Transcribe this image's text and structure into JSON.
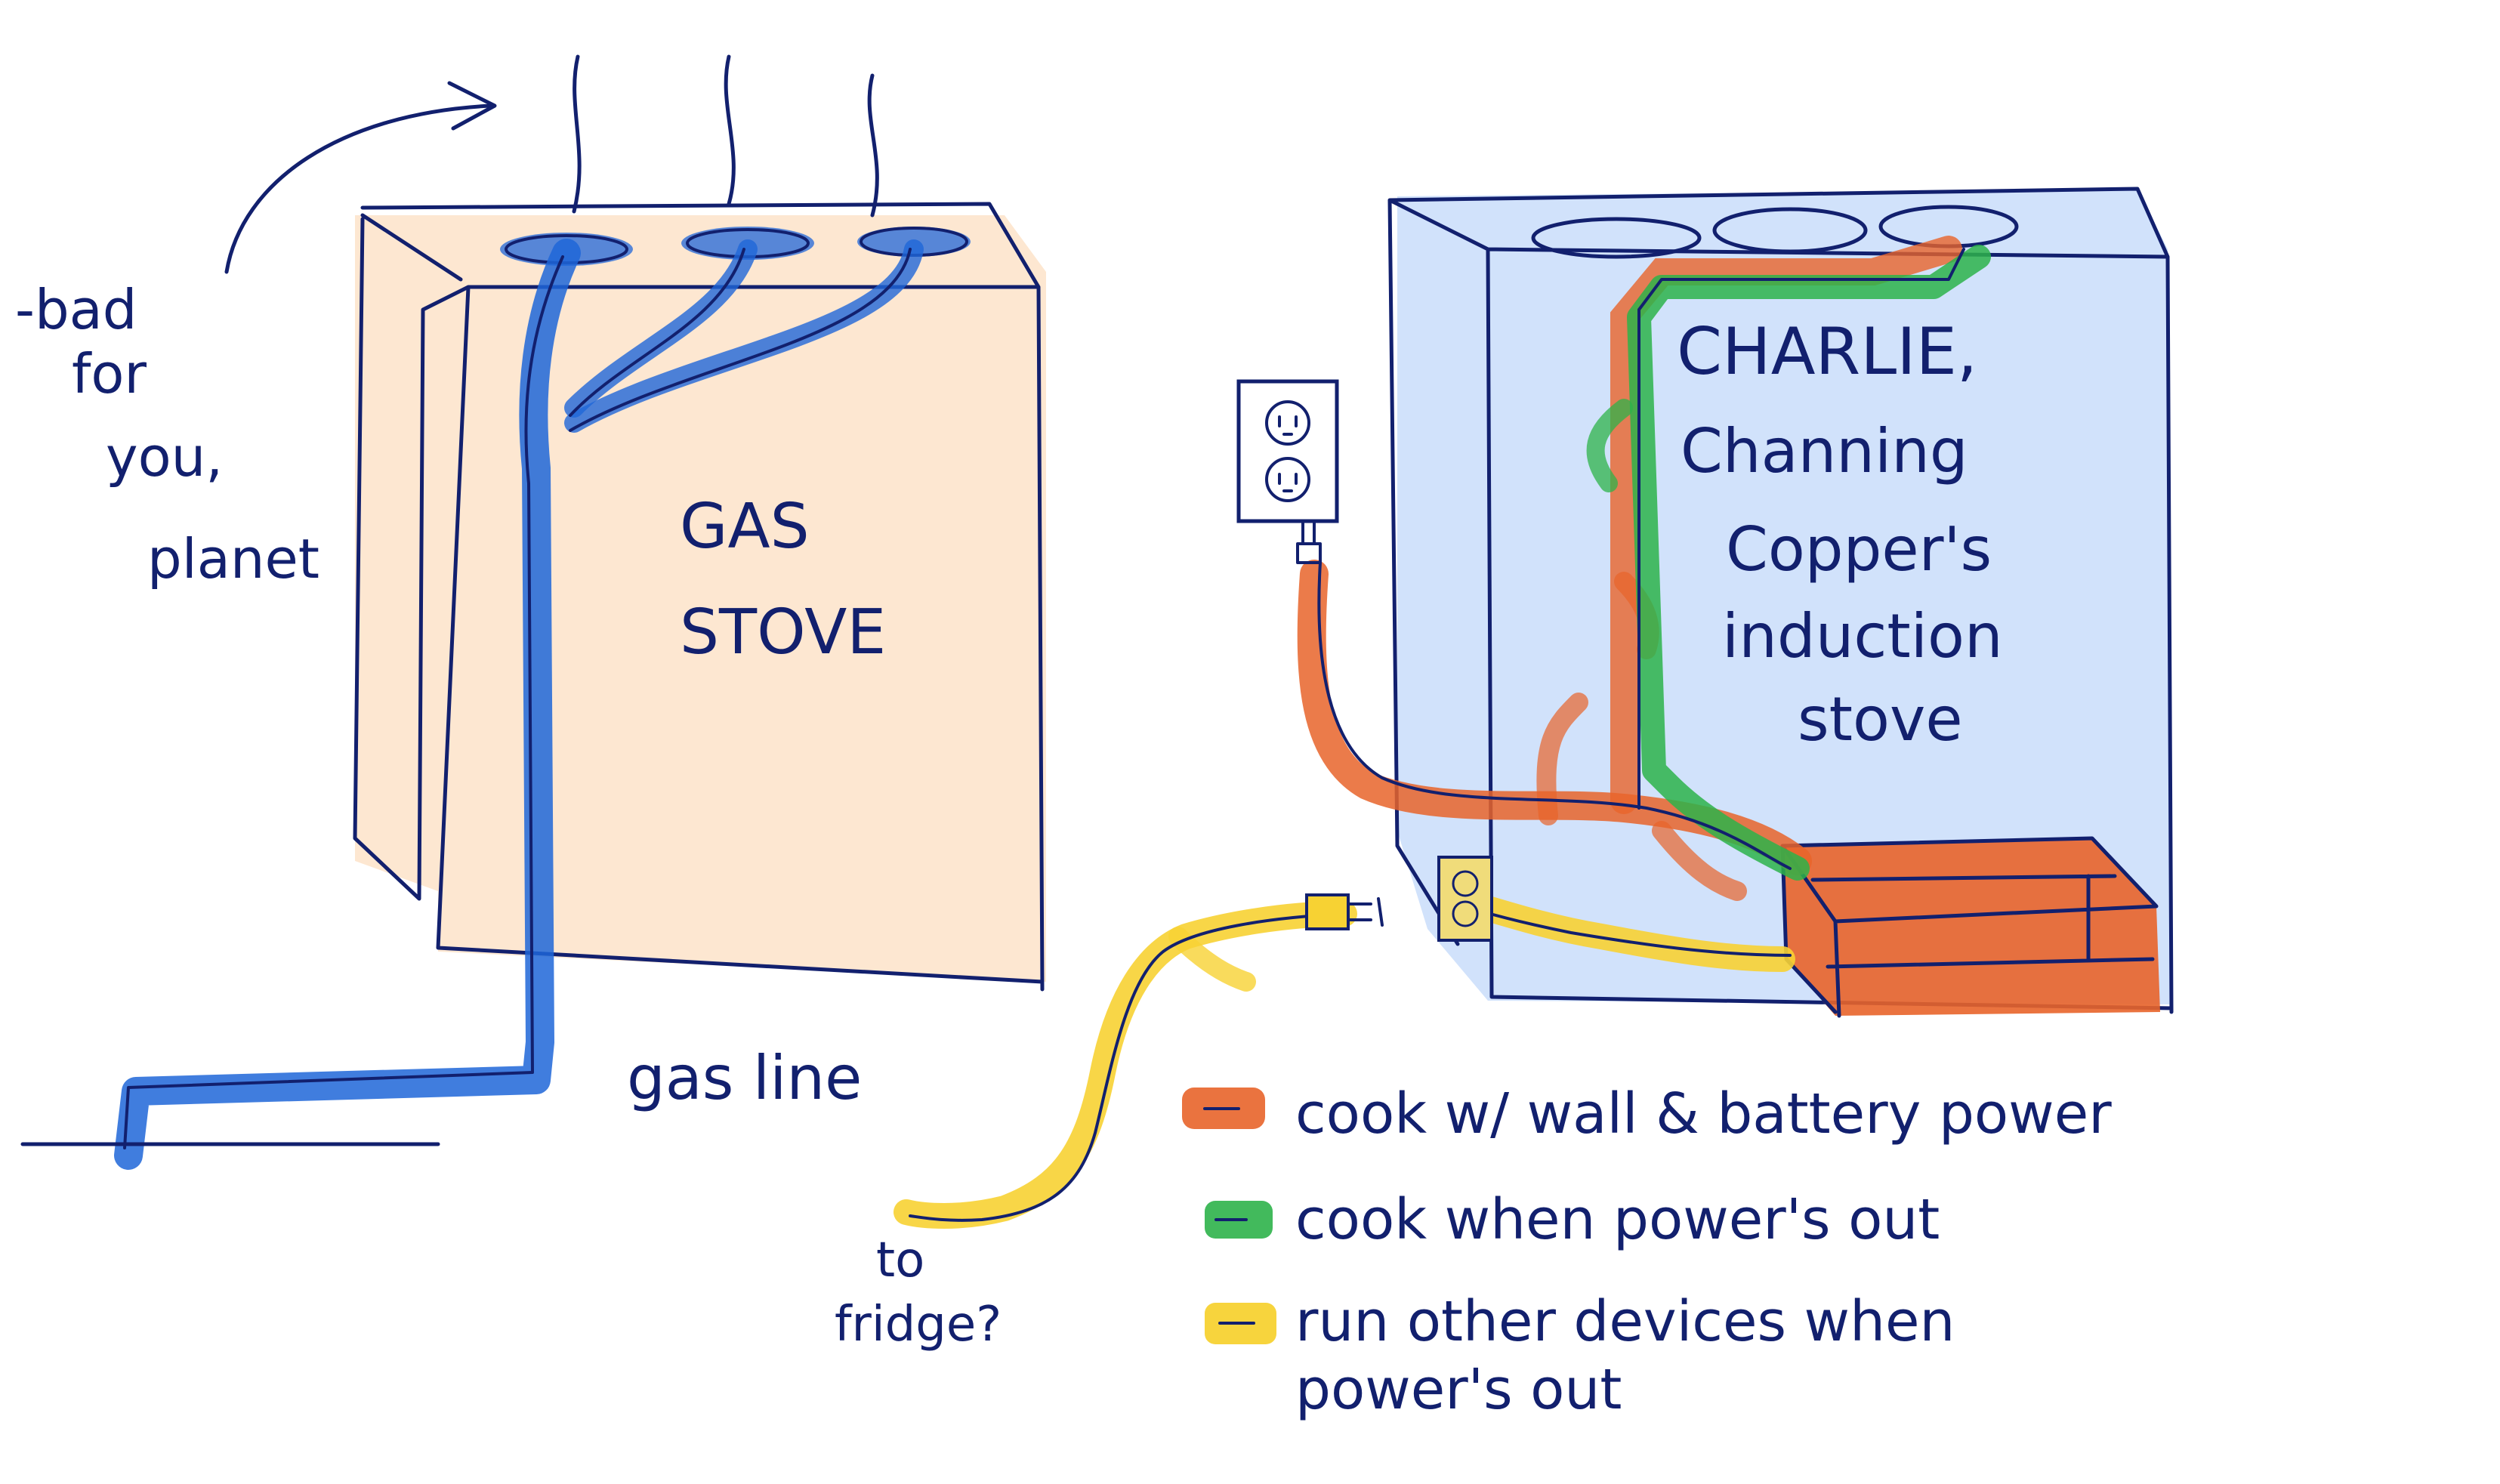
{
  "colors": {
    "ink": "#12206e",
    "gas_fill": "#fde6cf",
    "gas_line": "#1f66d8",
    "induction_fill": "#cfe0fb",
    "orange": "#e8642a",
    "green": "#2db34a",
    "yellow": "#f7d233",
    "outlet_yellow": "#f0dc7a"
  },
  "gas_stove": {
    "label_line1": "GAS",
    "label_line2": "STOVE",
    "side_note": [
      "-bad",
      "for",
      "you,",
      "planet"
    ],
    "pipe_label": "gas line"
  },
  "induction_stove": {
    "label_lines": [
      "CHARLIE,",
      "Channing",
      "Copper's",
      "induction",
      "stove"
    ]
  },
  "plug_note": [
    "to",
    "fridge?"
  ],
  "legend": [
    {
      "swatch": "orange",
      "text": "cook w/ wall & battery power"
    },
    {
      "swatch": "green",
      "text": "cook when power's out"
    },
    {
      "swatch": "yellow",
      "text": "run other devices when",
      "text_cont": "power's out"
    }
  ],
  "icons": [
    "arrow-icon",
    "fume-icon",
    "wall-outlet-icon",
    "plug-icon"
  ]
}
